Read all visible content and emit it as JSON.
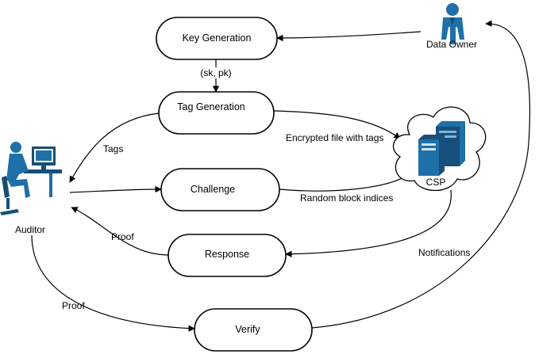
{
  "nodes": {
    "key_generation": "Key Generation",
    "tag_generation": "Tag Generation",
    "challenge": "Challenge",
    "response": "Response",
    "verify": "Verify"
  },
  "actors": {
    "data_owner": "Data Owner",
    "auditor": "Auditor",
    "csp": "CSP"
  },
  "edges": {
    "keys": "(sk, pk)",
    "tags": "Tags",
    "encrypted_file": "Encrypted file with tags",
    "random_indices": "Random block indices",
    "proof_response": "Proof",
    "proof_verify": "Proof",
    "notifications": "Notifications"
  },
  "colors": {
    "icon_blue": "#1f6fa8",
    "icon_blue_dark": "#154f7a"
  },
  "icons": {
    "data_owner": "person-standing-icon",
    "auditor": "person-at-computer-icon",
    "csp": "cloud-server-icon"
  }
}
